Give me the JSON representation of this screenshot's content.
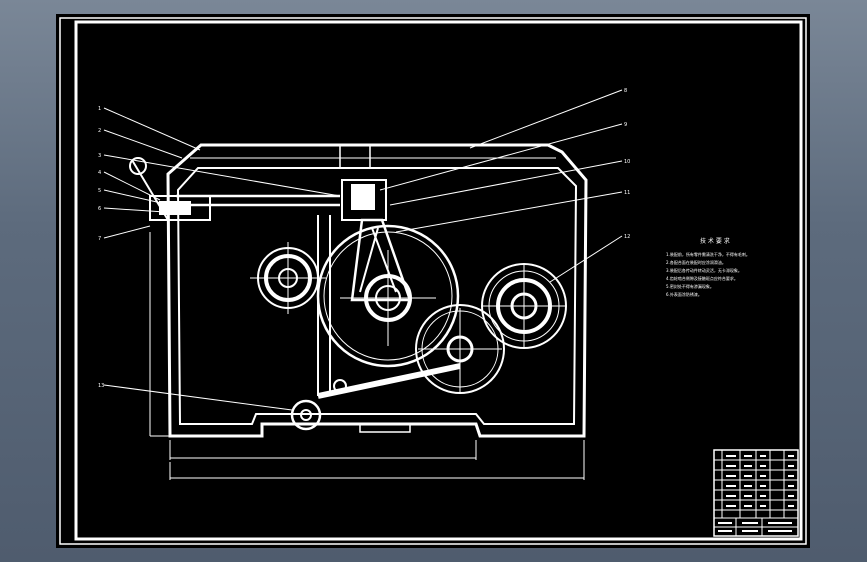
{
  "viewer": {
    "background_color": "#5d6b7d",
    "paper_color": "#000000",
    "line_color": "#ffffff"
  },
  "drawing": {
    "leader_labels_left": [
      "1",
      "2",
      "3",
      "4",
      "5",
      "6",
      "7"
    ],
    "leader_labels_right": [
      "8",
      "9",
      "10",
      "11",
      "12"
    ],
    "leader_label_bottom": "13",
    "notes_title": "技 术 要 求",
    "notes_lines": [
      "1.装配前，所有零件需清洗干净，不得有毛刺。",
      "2.各配合面在装配时应涂润滑油。",
      "3.装配后各传动件转动灵活，无卡滞现象。",
      "4.齿轮啮合侧隙及接触斑点应符合要求。",
      "5.密封处不得有渗漏现象。",
      "6.外表面涂防锈漆。"
    ]
  }
}
